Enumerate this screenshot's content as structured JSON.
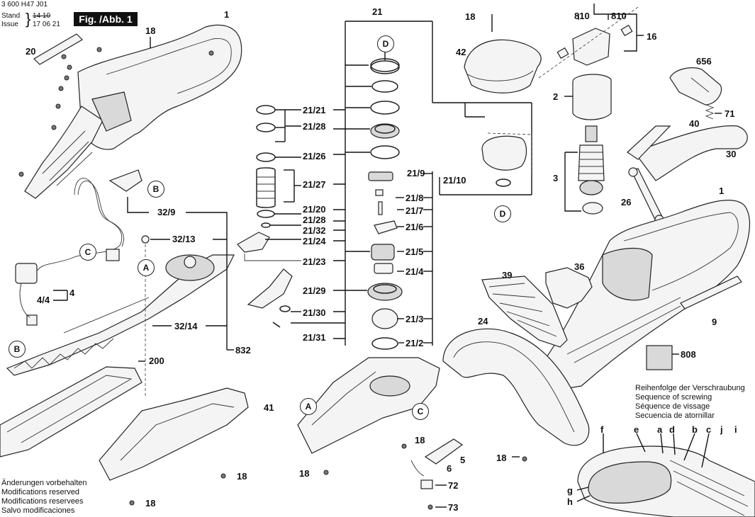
{
  "header": {
    "doc_number": "3 600 H47 J01",
    "stand_label": "Stand",
    "stand_value": "14 10",
    "issue_label": "Issue",
    "issue_value": "17 06 21",
    "fig_label": "Fig. /Abb. 1"
  },
  "circle_markers": {
    "d_top": "D",
    "d_bottom": "D",
    "b_upper": "B",
    "b_lower": "B",
    "c_left": "C",
    "c_right": "C",
    "a_left": "A",
    "a_bottom": "A"
  },
  "part_numbers": {
    "p1_top": "1",
    "p18_top": "18",
    "p20": "20",
    "p32_9": "32/9",
    "p32_13": "32/13",
    "p4": "4",
    "p4_4": "4/4",
    "p32_14": "32/14",
    "p832": "832",
    "p200": "200",
    "p41": "41",
    "p18_bl1": "18",
    "p18_bl2": "18",
    "p21": "21",
    "p21_21": "21/21",
    "p21_28a": "21/28",
    "p21_26": "21/26",
    "p21_27": "21/27",
    "p21_20": "21/20",
    "p21_28b": "21/28",
    "p21_32": "21/32",
    "p21_24": "21/24",
    "p21_23": "21/23",
    "p21_29": "21/29",
    "p21_30": "21/30",
    "p21_31": "21/31",
    "p21_9": "21/9",
    "p21_10": "21/10",
    "p21_8": "21/8",
    "p21_7": "21/7",
    "p21_6": "21/6",
    "p21_5": "21/5",
    "p21_4": "21/4",
    "p21_3": "21/3",
    "p21_2": "21/2",
    "p18_c1": "18",
    "p18_c2": "18",
    "p5": "5",
    "p6": "6",
    "p72": "72",
    "p73": "73",
    "p18_motor": "18",
    "p42": "42",
    "p810a": "810",
    "p810b": "810",
    "p16": "16",
    "p656": "656",
    "p2": "2",
    "p71": "71",
    "p40": "40",
    "p30": "30",
    "p3": "3",
    "p26": "26",
    "p1_right": "1",
    "p39": "39",
    "p36": "36",
    "p24": "24",
    "p9": "9",
    "p808": "808",
    "p18_right": "18"
  },
  "screw_sequence": {
    "lines": [
      "Reihenfolge der Verschraubung",
      "Sequence of screwing",
      "Séquence de vissage",
      "Secuencia de atornillar"
    ],
    "letters_top": [
      "f",
      "e",
      "a",
      "d",
      "b",
      "c",
      "j",
      "i"
    ],
    "letters_side": [
      "g",
      "h"
    ]
  },
  "footer_notes": [
    "Änderungen vorbehalten",
    "Modifications reserved",
    "Modifications reservees",
    "Salvo modificaciones"
  ]
}
